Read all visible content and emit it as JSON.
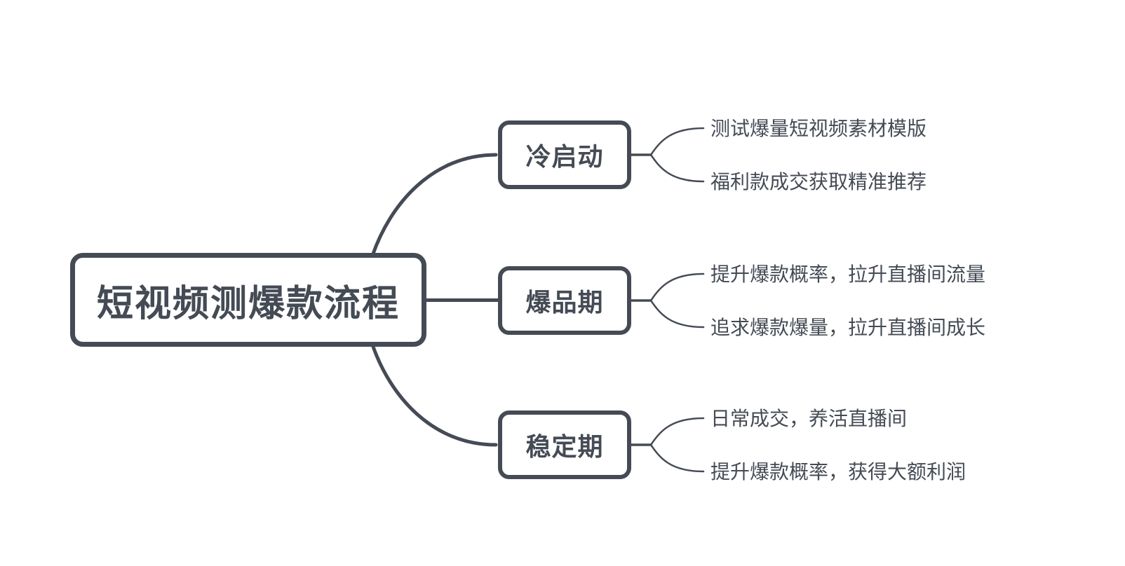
{
  "colors": {
    "background": "#ffffff",
    "stroke": "#454b55",
    "text": "#454b55"
  },
  "mindmap": {
    "root": {
      "label": "短视频测爆款流程"
    },
    "branches": [
      {
        "label": "冷启动",
        "leaves": [
          "测试爆量短视频素材模版",
          "福利款成交获取精准推荐"
        ]
      },
      {
        "label": "爆品期",
        "leaves": [
          "提升爆款概率，拉升直播间流量",
          "追求爆款爆量，拉升直播间成长"
        ]
      },
      {
        "label": "稳定期",
        "leaves": [
          "日常成交，养活直播间",
          "提升爆款概率，获得大额利润"
        ]
      }
    ]
  }
}
